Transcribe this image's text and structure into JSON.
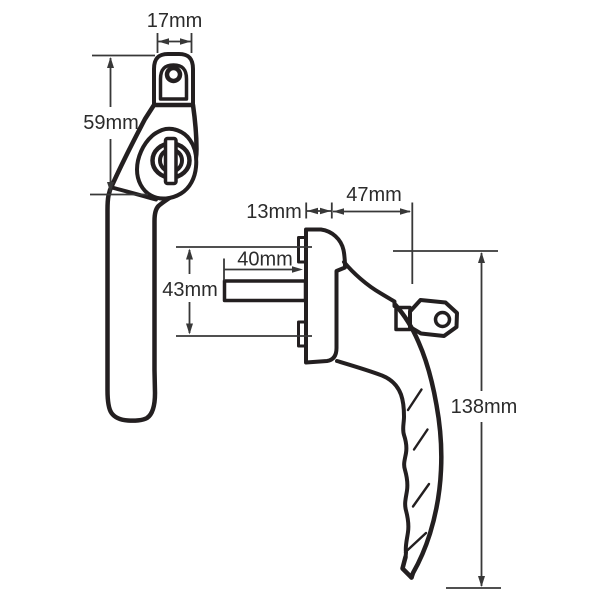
{
  "colors": {
    "background": "#ffffff",
    "part_outline": "#231f20",
    "dimension_lines": "#383838",
    "label_text": "#2b2b2b"
  },
  "front_view": {
    "top_width_label": "17mm",
    "height_label": "59mm"
  },
  "side_view": {
    "spindle_length_label": "40mm",
    "fixing_centres_label": "43mm",
    "backplate_depth_label": "13mm",
    "projection_label": "47mm",
    "overall_height_label": "138mm"
  }
}
